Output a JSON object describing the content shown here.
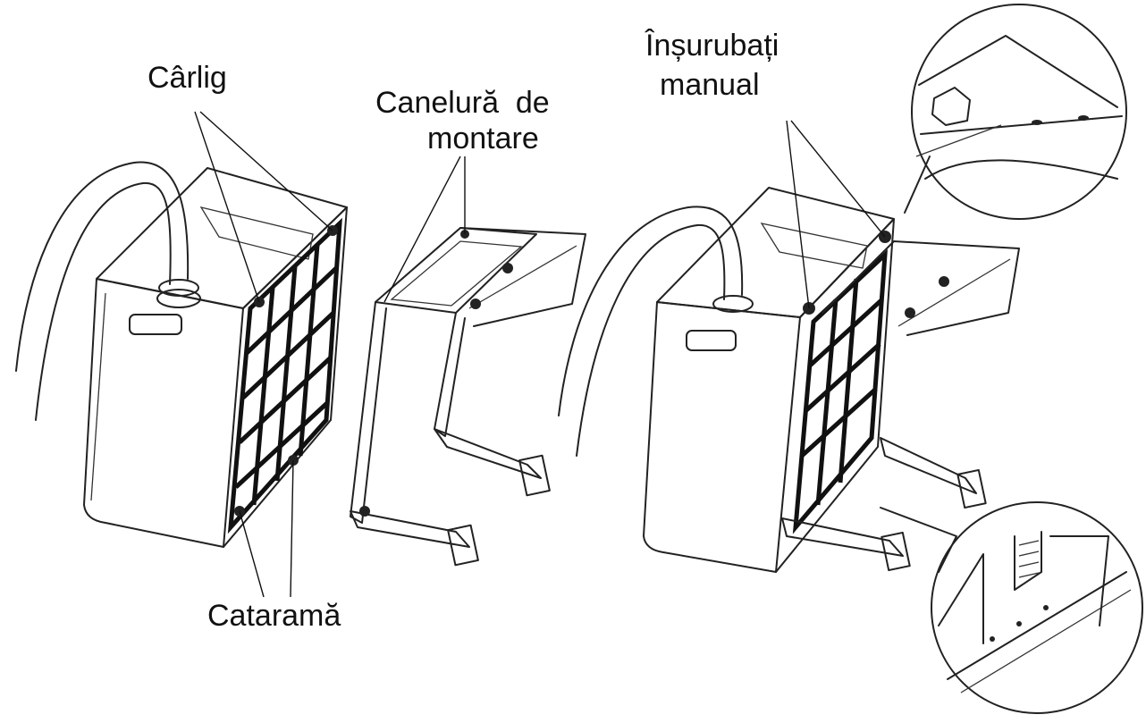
{
  "labels": {
    "hook": "Cârlig",
    "groove_line1": "Canelură  de",
    "groove_line2": "montare",
    "screw_line1": "Înșurubați",
    "screw_line2": "manual",
    "buckle": "Cataramă"
  },
  "colors": {
    "line": "#222222",
    "background": "#ffffff"
  }
}
